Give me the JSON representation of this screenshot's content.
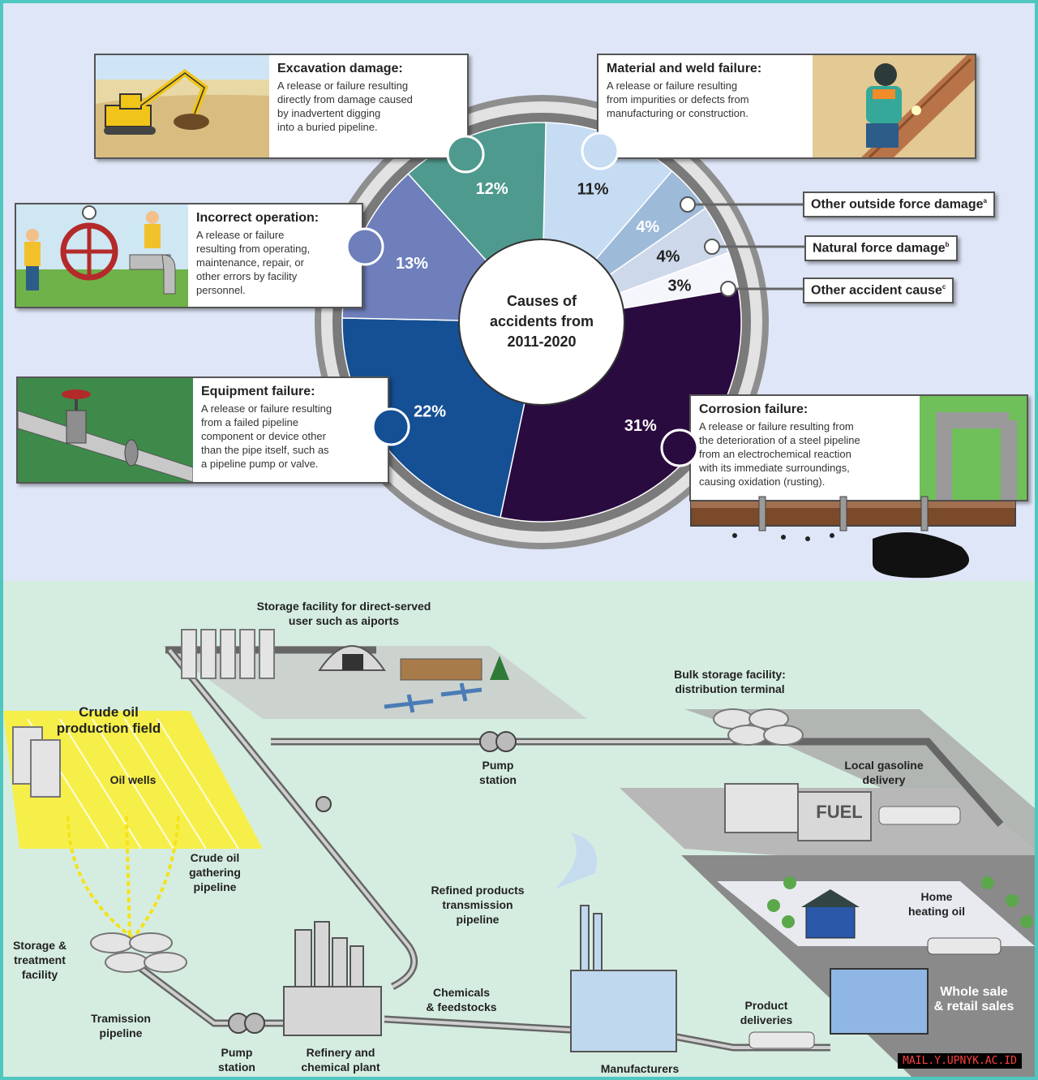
{
  "chart_data": {
    "type": "pie",
    "title": "Causes of accidents from 2011-2020",
    "categories": [
      "Material and weld failure",
      "Other outside force damage",
      "Natural force damage",
      "Other accident cause",
      "Corrosion failure",
      "Equipment failure",
      "Incorrect operation",
      "Excavation damage"
    ],
    "values": [
      11,
      4,
      4,
      3,
      31,
      22,
      13,
      12
    ],
    "labels": [
      "11%",
      "4%",
      "4%",
      "3%",
      "31%",
      "22%",
      "13%",
      "12%"
    ],
    "colors": [
      "#c6dcf3",
      "#9ebad9",
      "#cdd9ea",
      "#f4f6fb",
      "#2a0b3f",
      "#154f94",
      "#6e7fbc",
      "#4f9a8e"
    ]
  },
  "center_text": [
    "Causes of",
    "accidents from",
    "2011-2020"
  ],
  "cards": {
    "excavation": {
      "title": "Excavation damage:",
      "lines": [
        "A release or failure resulting",
        "directly from damage caused",
        "by inadvertent digging",
        "into a buried pipeline."
      ]
    },
    "material": {
      "title": "Material and weld failure:",
      "lines": [
        "A release or failure resulting",
        "from impurities or defects from",
        "manufacturing or construction."
      ]
    },
    "incorrect": {
      "title": "Incorrect operation:",
      "lines": [
        "A release or failure",
        "resulting from operating,",
        "maintenance, repair, or",
        "other errors by facility",
        "personnel."
      ]
    },
    "equipment": {
      "title": "Equipment failure:",
      "lines": [
        "A release or failure resulting",
        "from a failed pipeline",
        "component or device other",
        "than the pipe itself, such as",
        "a pipeline pump or valve."
      ]
    },
    "corrosion": {
      "title": "Corrosion failure:",
      "lines": [
        "A release or failure resulting from",
        "the deterioration of a steel pipeline",
        "from an electrochemical reaction",
        "with its immediate surroundings,",
        "causing oxidation (rusting)."
      ]
    }
  },
  "side_labels": {
    "other_outside": "Other outside force damage",
    "other_outside_sup": "a",
    "natural": "Natural force damage",
    "natural_sup": "b",
    "other_cause": "Other accident cause",
    "other_cause_sup": "c"
  },
  "diagram": {
    "storage_direct": [
      "Storage facility for direct-served",
      "user such as aiports"
    ],
    "bulk_storage": [
      "Bulk storage facility:",
      "distribution terminal"
    ],
    "crude_field": [
      "Crude oil",
      "production field"
    ],
    "oil_wells": "Oil wells",
    "pump_station_top": [
      "Pump",
      "station"
    ],
    "local_gasoline": [
      "Local gasoline",
      "delivery"
    ],
    "fuel": "FUEL",
    "crude_gathering": [
      "Crude oil",
      "gathering",
      "pipeline"
    ],
    "refined_products": [
      "Refined products",
      "transmission",
      "pipeline"
    ],
    "home_heating": [
      "Home",
      "heating oil"
    ],
    "storage_treatment": [
      "Storage &",
      "treatment",
      "facility"
    ],
    "transmission": [
      "Tramission",
      "pipeline"
    ],
    "chemicals": [
      "Chemicals",
      "& feedstocks"
    ],
    "product_deliveries": [
      "Product",
      "deliveries"
    ],
    "whole_sale": [
      "Whole sale",
      "& retail sales"
    ],
    "pump_station_bottom": [
      "Pump",
      "station"
    ],
    "refinery": [
      "Refinery and",
      "chemical plant"
    ],
    "manufacturers": "Manufacturers"
  },
  "watermark": "MAIL.Y.UPNYK.AC.ID"
}
